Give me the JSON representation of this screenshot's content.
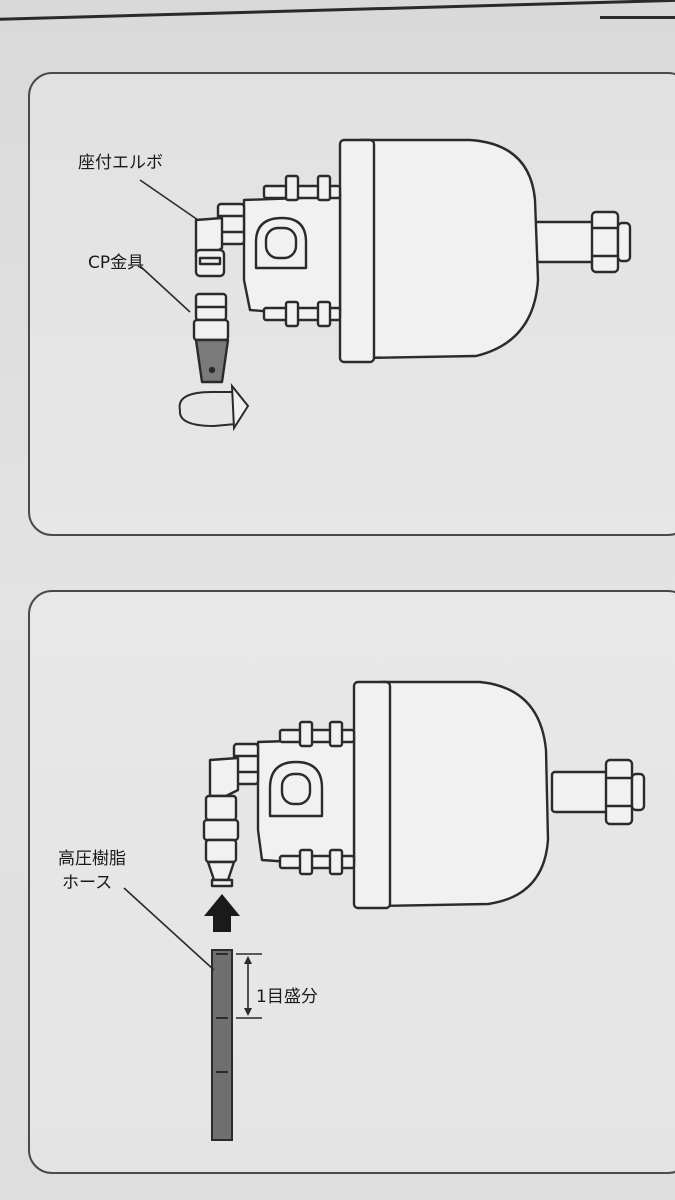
{
  "panel_1": {
    "labels": {
      "elbow": "座付エルボ",
      "cp_fitting": "CP金具"
    }
  },
  "panel_2": {
    "labels": {
      "hose_line1": "高圧樹脂",
      "hose_line2": "ホース",
      "graduation": "1目盛分"
    }
  },
  "colors": {
    "outline": "#2b2b2b",
    "hose_fill": "#6f6f6f",
    "panel_border": "#4a4a4a",
    "background": "#dcdcdc"
  },
  "icons": {
    "rotation": "curved-rotate-arrow-icon",
    "insert": "up-arrow-icon"
  }
}
